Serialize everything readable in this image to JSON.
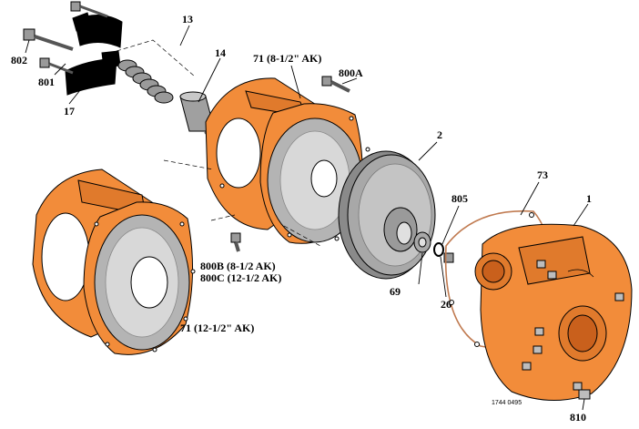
{
  "colors": {
    "orange": "#F28C3A",
    "orange_dark": "#C9601C",
    "orange_shade": "#E07A2C",
    "gray_face": "#B4B4B4",
    "gray_light": "#D8D8D8",
    "gray_dark": "#7A7A7A",
    "metal": "#9A9A9A"
  },
  "labels": {
    "l13": "13",
    "l14": "14",
    "l71_top": "71 (8-1/2\" AK)",
    "l800a": "800A",
    "l802": "802",
    "l801": "801",
    "l17": "17",
    "l2": "2",
    "l805": "805",
    "l73": "73",
    "l1": "1",
    "l800b": "800B (8-1/2 AK)",
    "l800c": "800C (12-1/2 AK)",
    "l69": "69",
    "l26": "26",
    "l71_bottom": "71 (12-1/2\" AK)",
    "l810": "810"
  },
  "drawing_number": "1744 0495"
}
